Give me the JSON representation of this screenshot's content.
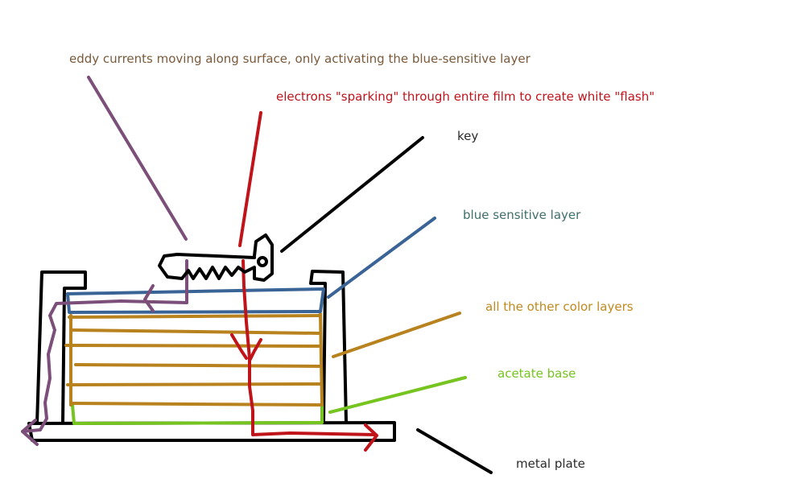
{
  "labels": {
    "eddy_currents": "eddy currents moving along surface, only activating the blue-sensitive layer",
    "electrons": "electrons \"sparking\" through entire film to create white \"flash\"",
    "key": "key",
    "blue_layer": "blue sensitive layer",
    "other_layers": "all the other color layers",
    "acetate_base": "acetate base",
    "metal_plate": "metal plate"
  },
  "colors": {
    "eddy_currents": "#7b4f7a",
    "electrons": "#c0141b",
    "key": "#000000",
    "blue_layer": "#3a6496",
    "other_layers": "#b8821e",
    "acetate_base": "#76c41f",
    "metal_plate": "#000000",
    "outline": "#000000",
    "eddy_text": "#7a5a3a",
    "electrons_text": "#c0141b",
    "key_text": "#2a2a2a",
    "blue_text": "#3f6f6a",
    "other_text": "#c08a1e",
    "acetate_text": "#76c41f",
    "metal_text": "#2a2a2a"
  }
}
